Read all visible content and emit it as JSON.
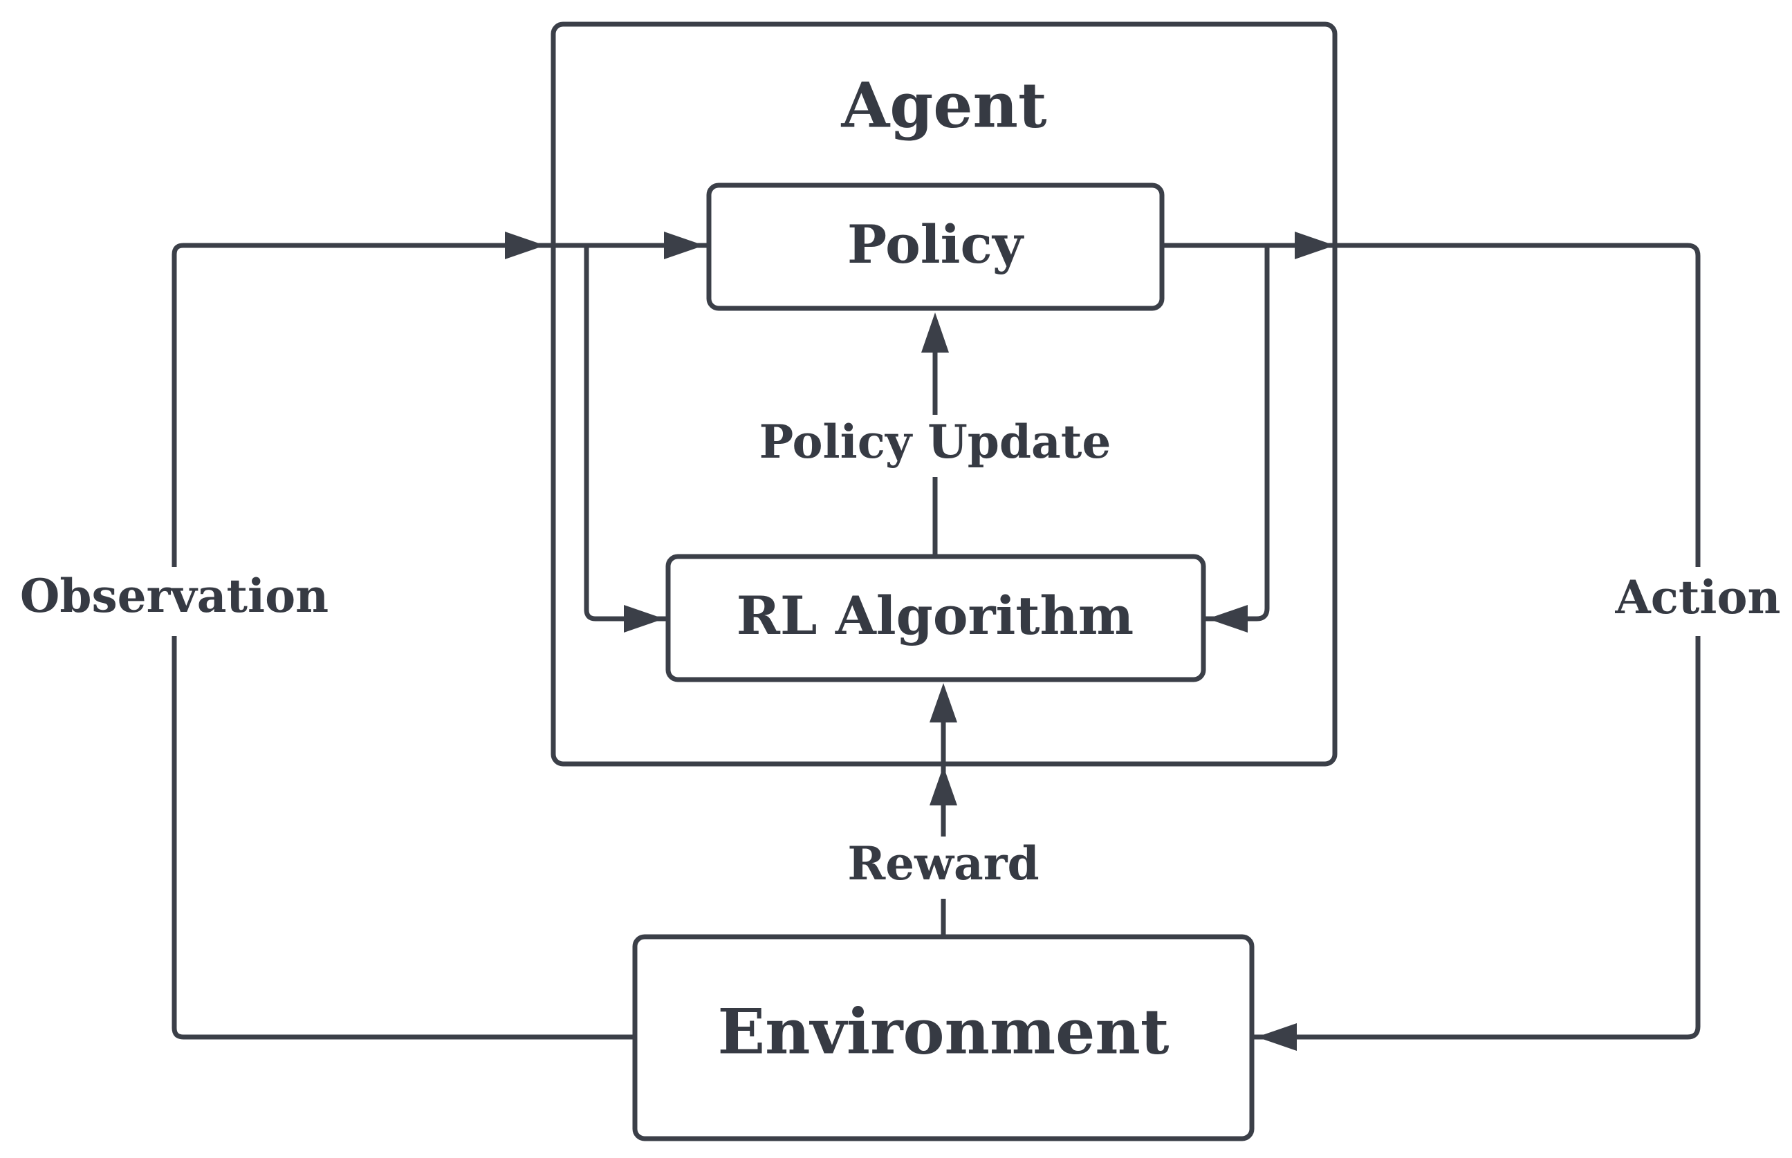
{
  "agent": {
    "title": "Agent"
  },
  "policy": {
    "label": "Policy"
  },
  "algorithm": {
    "label": "RL Algorithm"
  },
  "environment": {
    "label": "Environment"
  },
  "edges": {
    "policy_update": "Policy Update",
    "reward": "Reward",
    "observation": "Observation",
    "action": "Action"
  },
  "colors": {
    "stroke": "#3b3f48",
    "text": "#363a43",
    "background": "#ffffff"
  }
}
